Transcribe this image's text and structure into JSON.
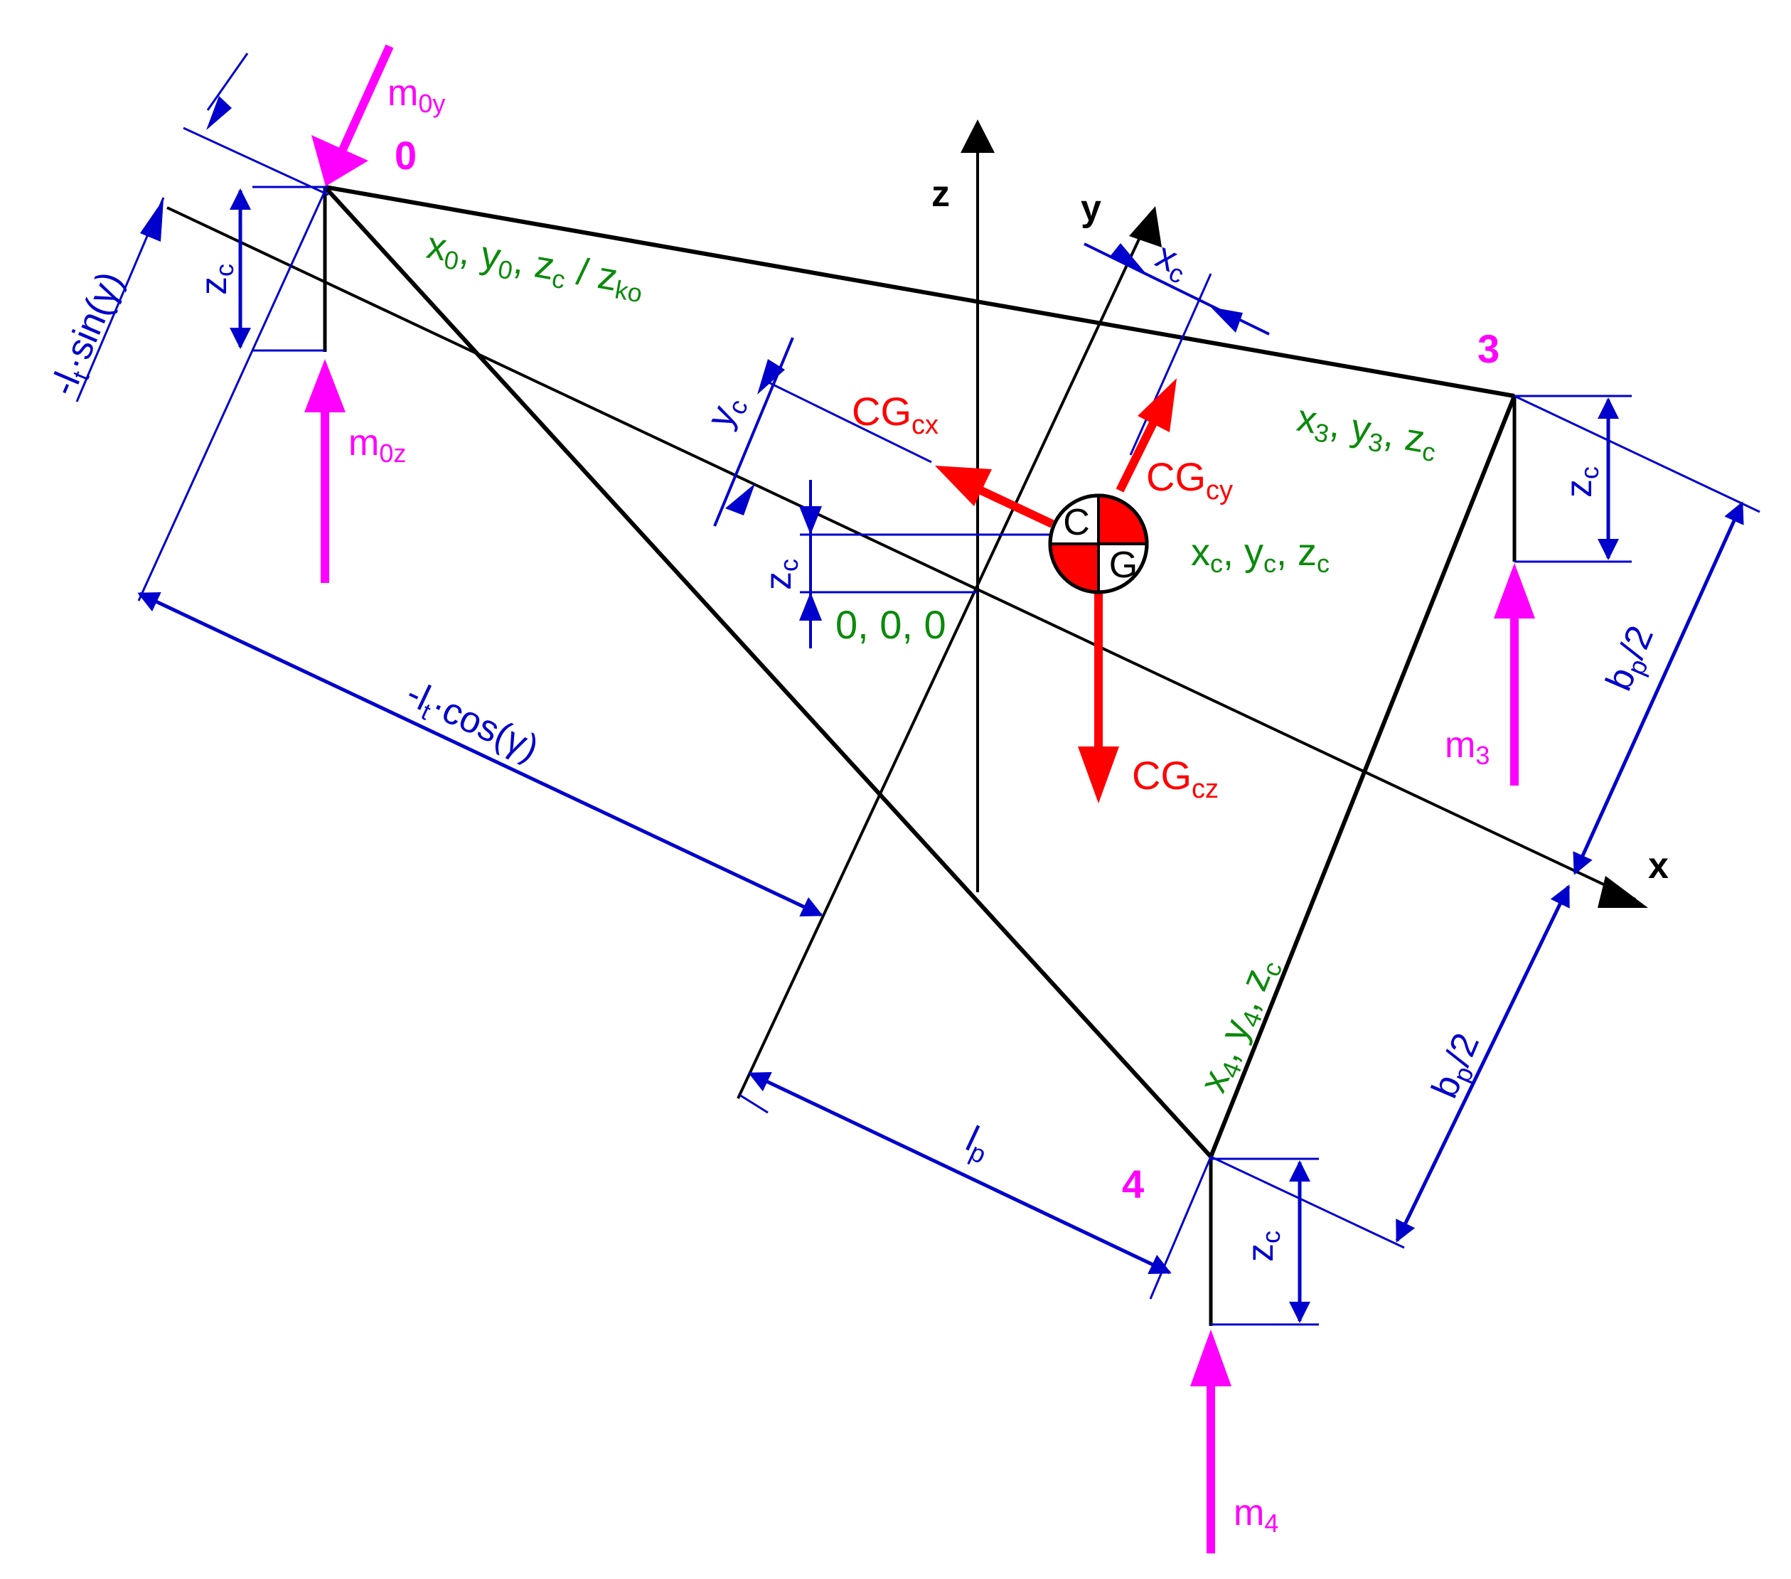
{
  "colors": {
    "structure": "#000000",
    "dimension": "#0000cc",
    "mass_force": "#ff00ff",
    "cg_force": "#ff0000",
    "coordinate_text": "#0b8a0b"
  },
  "axes": {
    "x": "x",
    "y": "y",
    "z": "z"
  },
  "nodes": {
    "n0": "0",
    "n3": "3",
    "n4": "4"
  },
  "masses": {
    "m0y": {
      "base": "m",
      "sub": "0y"
    },
    "m0z": {
      "base": "m",
      "sub": "0z"
    },
    "m3": {
      "base": "m",
      "sub": "3"
    },
    "m4": {
      "base": "m",
      "sub": "4"
    }
  },
  "coords": {
    "p0": {
      "x": "x",
      "xs": "0",
      "y": "y",
      "ys": "0",
      "z": "z",
      "zs": "c",
      "sep": " / ",
      "zk": "z",
      "zks": "ko"
    },
    "p3": {
      "x": "x",
      "xs": "3",
      "y": "y",
      "ys": "3",
      "z": "z",
      "zs": "c"
    },
    "p4": {
      "x": "x",
      "xs": "4",
      "y": "y",
      "ys": "4",
      "z": "z",
      "zs": "c"
    },
    "pc": {
      "x": "x",
      "xs": "c",
      "y": "y",
      "ys": "c",
      "z": "z",
      "zs": "c"
    },
    "origin": "0, 0, 0"
  },
  "cg": {
    "symbol_c": "C",
    "symbol_g": "G",
    "cgx": {
      "base": "CG",
      "sub": "cx"
    },
    "cgy": {
      "base": "CG",
      "sub": "cy"
    },
    "cgz": {
      "base": "CG",
      "sub": "cz"
    }
  },
  "dims": {
    "zc": {
      "base": "z",
      "sub": "c"
    },
    "xc": {
      "base": "x",
      "sub": "c"
    },
    "yc": {
      "base": "y",
      "sub": "c"
    },
    "lt_sin": {
      "pre": "-l",
      "sub": "t",
      "post": "·sin(γ)"
    },
    "lt_cos": {
      "pre": "-l",
      "sub": "t",
      "post": "·cos(γ)"
    },
    "lp": {
      "base": "l",
      "sub": "p"
    },
    "bp2": {
      "base": "b",
      "sub": "p",
      "post": "/2"
    }
  }
}
